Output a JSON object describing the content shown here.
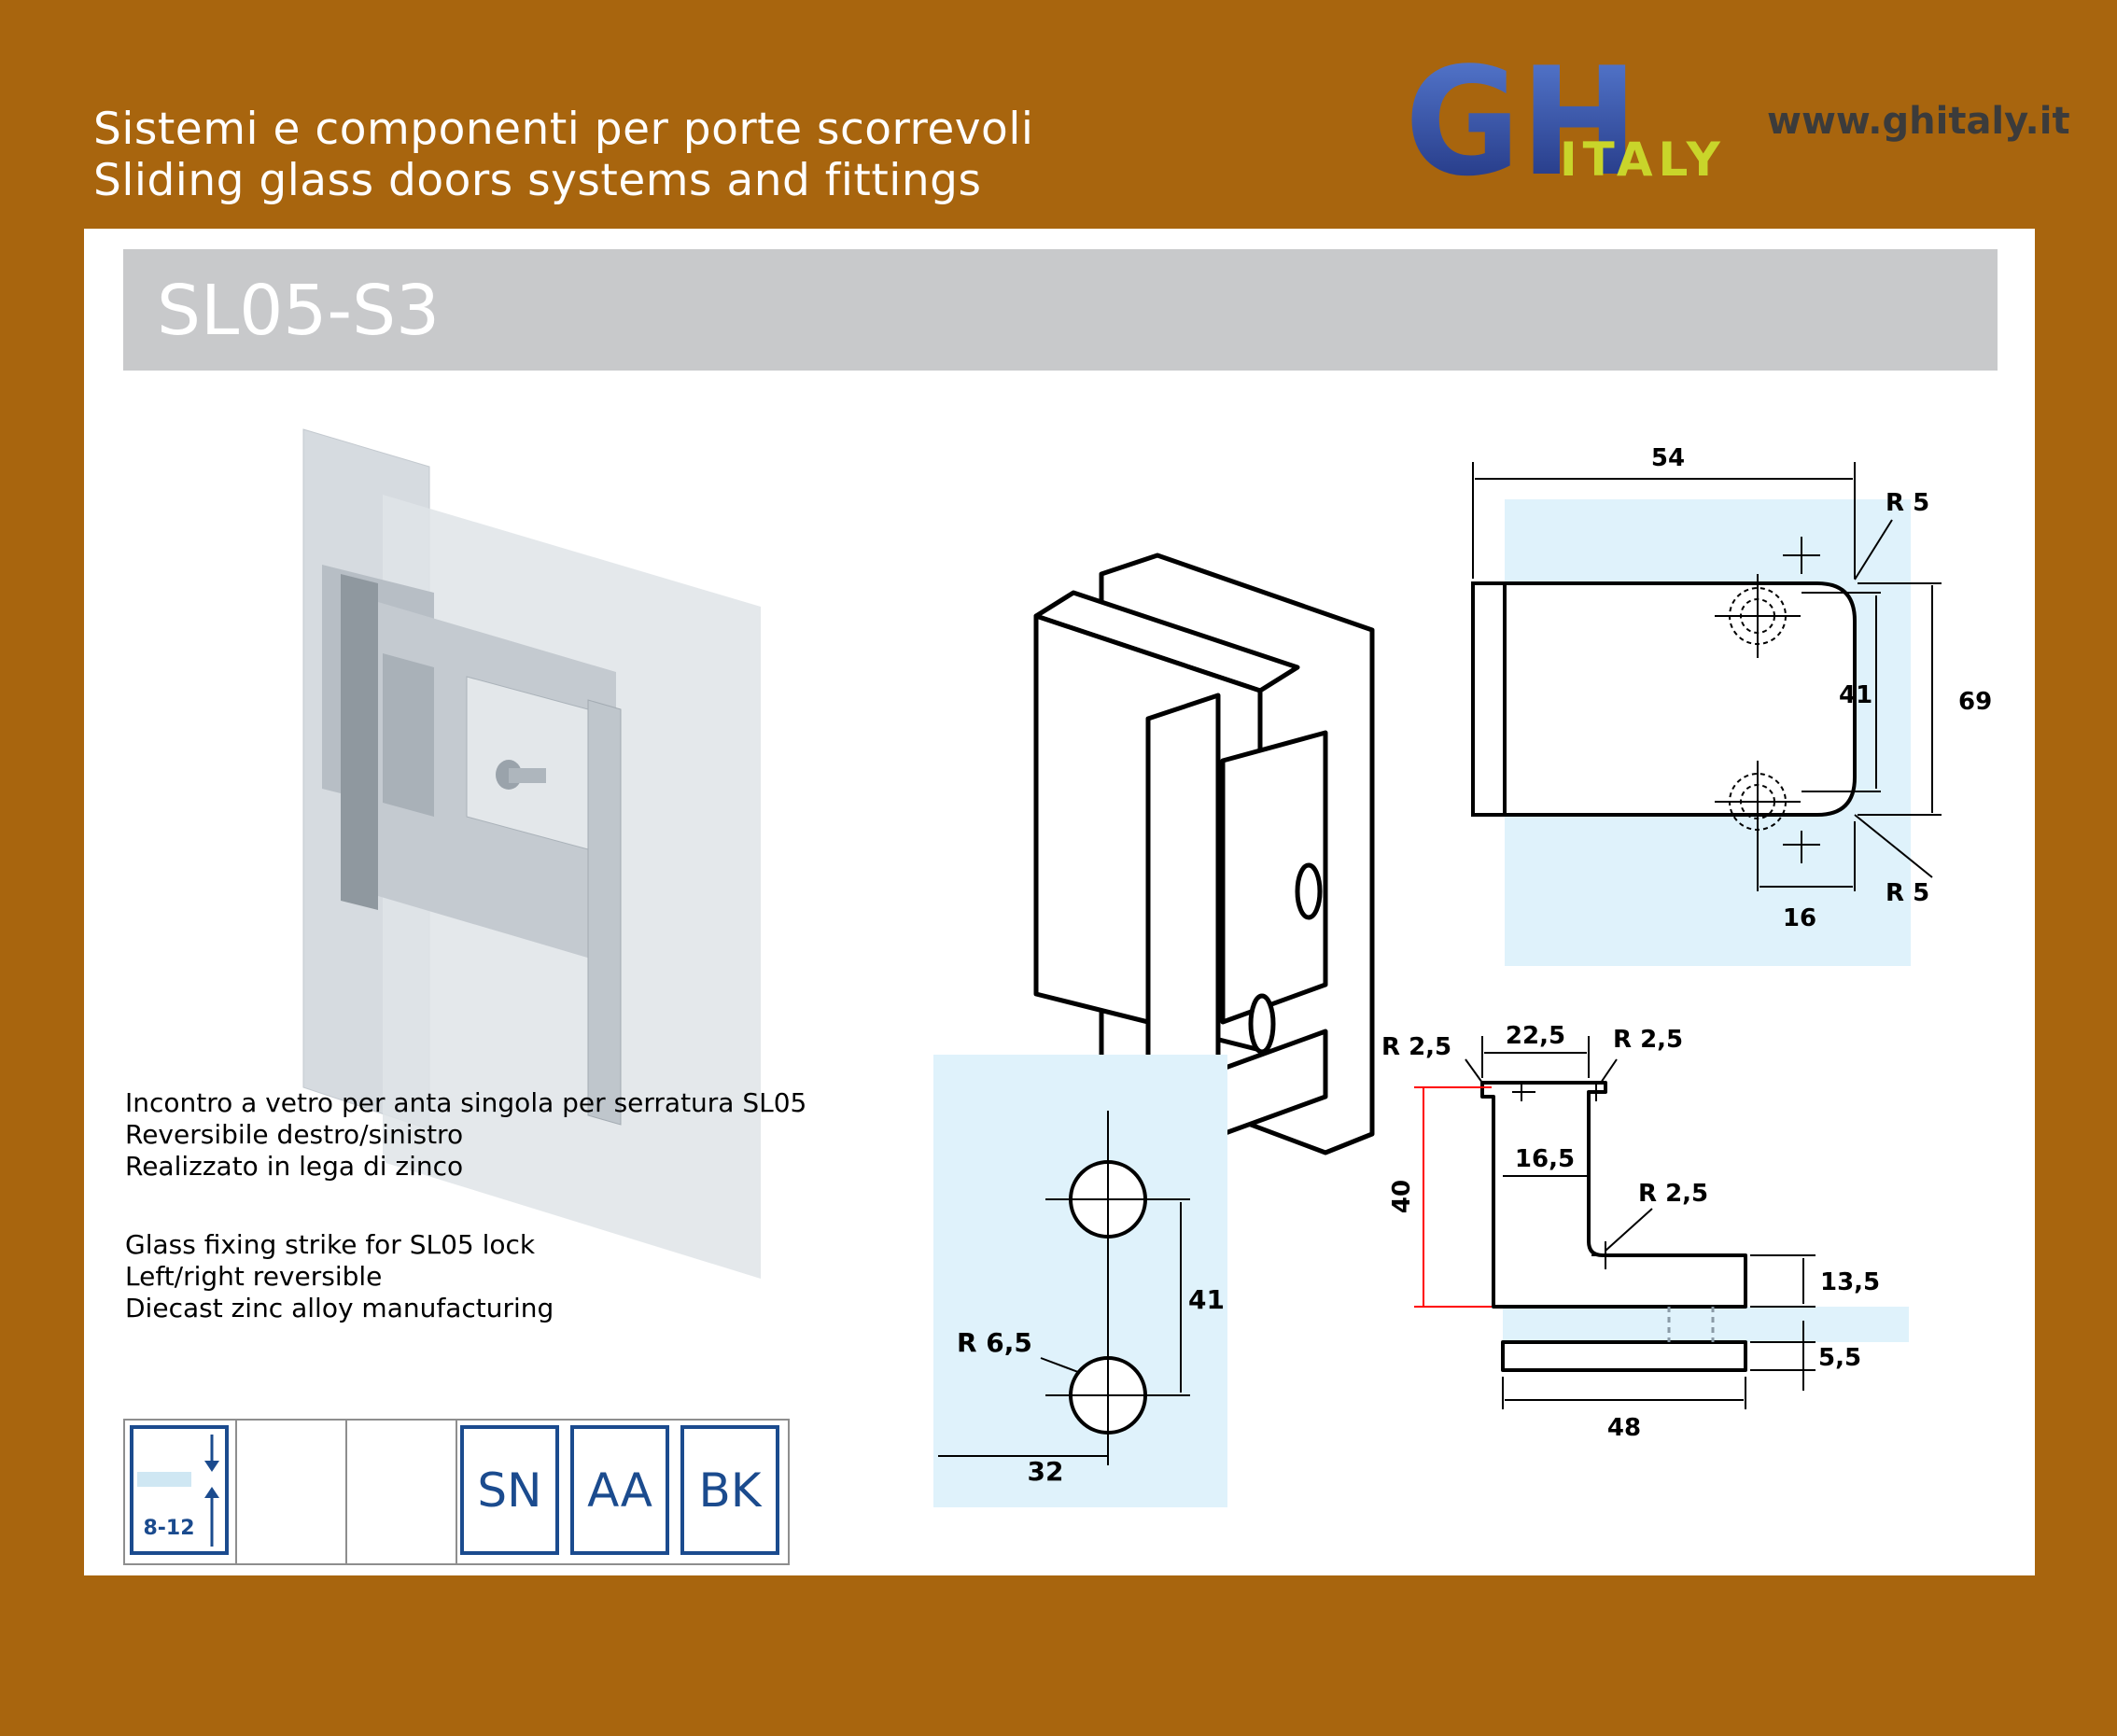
{
  "header": {
    "line1": "Sistemi e componenti per porte scorrevoli",
    "line2": "Sliding glass doors systems and fittings",
    "website": "www.ghitaly.it"
  },
  "logo": {
    "main": "GH",
    "sub": "ITALY"
  },
  "product": {
    "code": "SL05-S3"
  },
  "description": {
    "it": [
      "Incontro a vetro per anta singola per serratura SL05",
      "Reversibile destro/sinistro",
      "Realizzato in lega di zinco"
    ],
    "en": [
      "Glass fixing strike for SL05 lock",
      "Left/right reversible",
      "Diecast zinc alloy manufacturing"
    ]
  },
  "glass_thickness": "8-12",
  "finishes": [
    "SN",
    "AA",
    "BK"
  ],
  "drawings": {
    "front": {
      "width": "54",
      "height": "69",
      "hole_spacing": "41",
      "edge_offset": "16",
      "radius_top": "R 5",
      "radius_bottom": "R 5"
    },
    "holes": {
      "spacing": "41",
      "offset": "32",
      "radius": "R 6,5"
    },
    "section": {
      "top_width": "22,5",
      "inner": "16,5",
      "height": "40",
      "base": "13,5",
      "plate": "5,5",
      "length": "48",
      "r_tl": "R 2,5",
      "r_tr": "R 2,5",
      "r_in": "R 2,5"
    }
  },
  "colors": {
    "background": "#a8650e",
    "title_bar": "#c8c9cb",
    "finish_blue": "#1b4b8e",
    "drawing_bg": "#dff2fb"
  }
}
